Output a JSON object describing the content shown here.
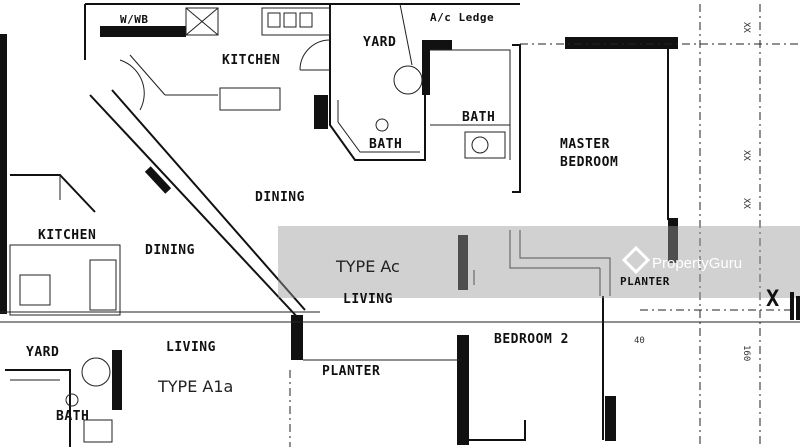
{
  "plan": {
    "rooms": {
      "ww": "W/WB",
      "kitchen_top": "KITCHEN",
      "yard_top": "YARD",
      "ac_ledge": "A/c Ledge",
      "bath_mid": "BATH",
      "bath_right": "BATH",
      "master_bedroom_1": "MASTER",
      "master_bedroom_2": "BEDROOM",
      "dining_center": "DINING",
      "kitchen_left": "KITCHEN",
      "dining_left": "DINING",
      "type_ac": "TYPE Ac",
      "living_main": "LIVING",
      "bedroom2": "BEDROOM 2",
      "yard_left": "YARD",
      "living_left": "LIVING",
      "type_a1a": "TYPE A1a",
      "bath_left": "BATH",
      "planter": "PLANTER",
      "planter_small": "PLANTER"
    },
    "dimensions": {
      "d1": "XX",
      "d2": "XX",
      "d3": "XX",
      "d4": "40",
      "d5": "160"
    },
    "axis_mark": "X"
  },
  "watermark": {
    "text": "PropertyGuru",
    "color": "#9a9a9a"
  }
}
